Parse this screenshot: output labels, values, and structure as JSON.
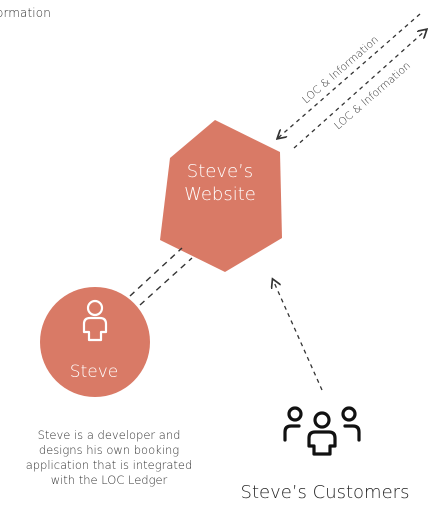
{
  "colors": {
    "accent": "#d97a66",
    "line": "#333333"
  },
  "top_label": "ormation",
  "website": {
    "label_line1": "Steve’s",
    "label_line2": "Website"
  },
  "steve": {
    "label": "Steve",
    "icon": "person-icon"
  },
  "steve_description": {
    "lines": [
      "Steve is a developer and",
      "designs his own booking",
      "application that is integrated",
      "with the LOC Ledger"
    ]
  },
  "customers": {
    "label": "Steve’s Customers",
    "icon": "group-icon"
  },
  "arrows": {
    "upper_label": "LOC & Information",
    "lower_label": "LOC & Information"
  }
}
